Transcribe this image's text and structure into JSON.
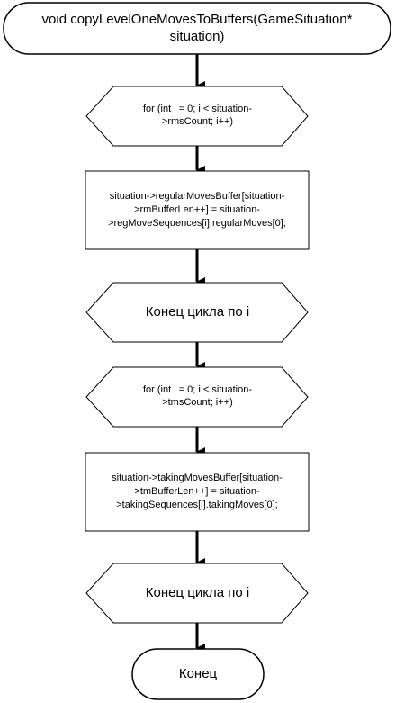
{
  "flowchart": {
    "start": "void copyLevelOneMovesToBuffers(GameSituation*\nsituation)",
    "loop1_start": "for (int i = 0; i < situation-\n>rmsCount; i++)",
    "process1": "situation->regularMovesBuffer[situation-\n>rmBufferLen++] = situation-\n>regMoveSequences[i].regularMoves[0];",
    "loop1_end": "Конец цикла по i",
    "loop2_start": "for (int i = 0; i < situation-\n>tmsCount; i++)",
    "process2": "situation->takingMovesBuffer[situation-\n>tmBufferLen++] = situation-\n>takingSequences[i].takingMoves[0];",
    "loop2_end": "Конец цикла по i",
    "end": "Конец"
  },
  "colors": {
    "stroke": "#000000",
    "fill": "#ffffff"
  }
}
